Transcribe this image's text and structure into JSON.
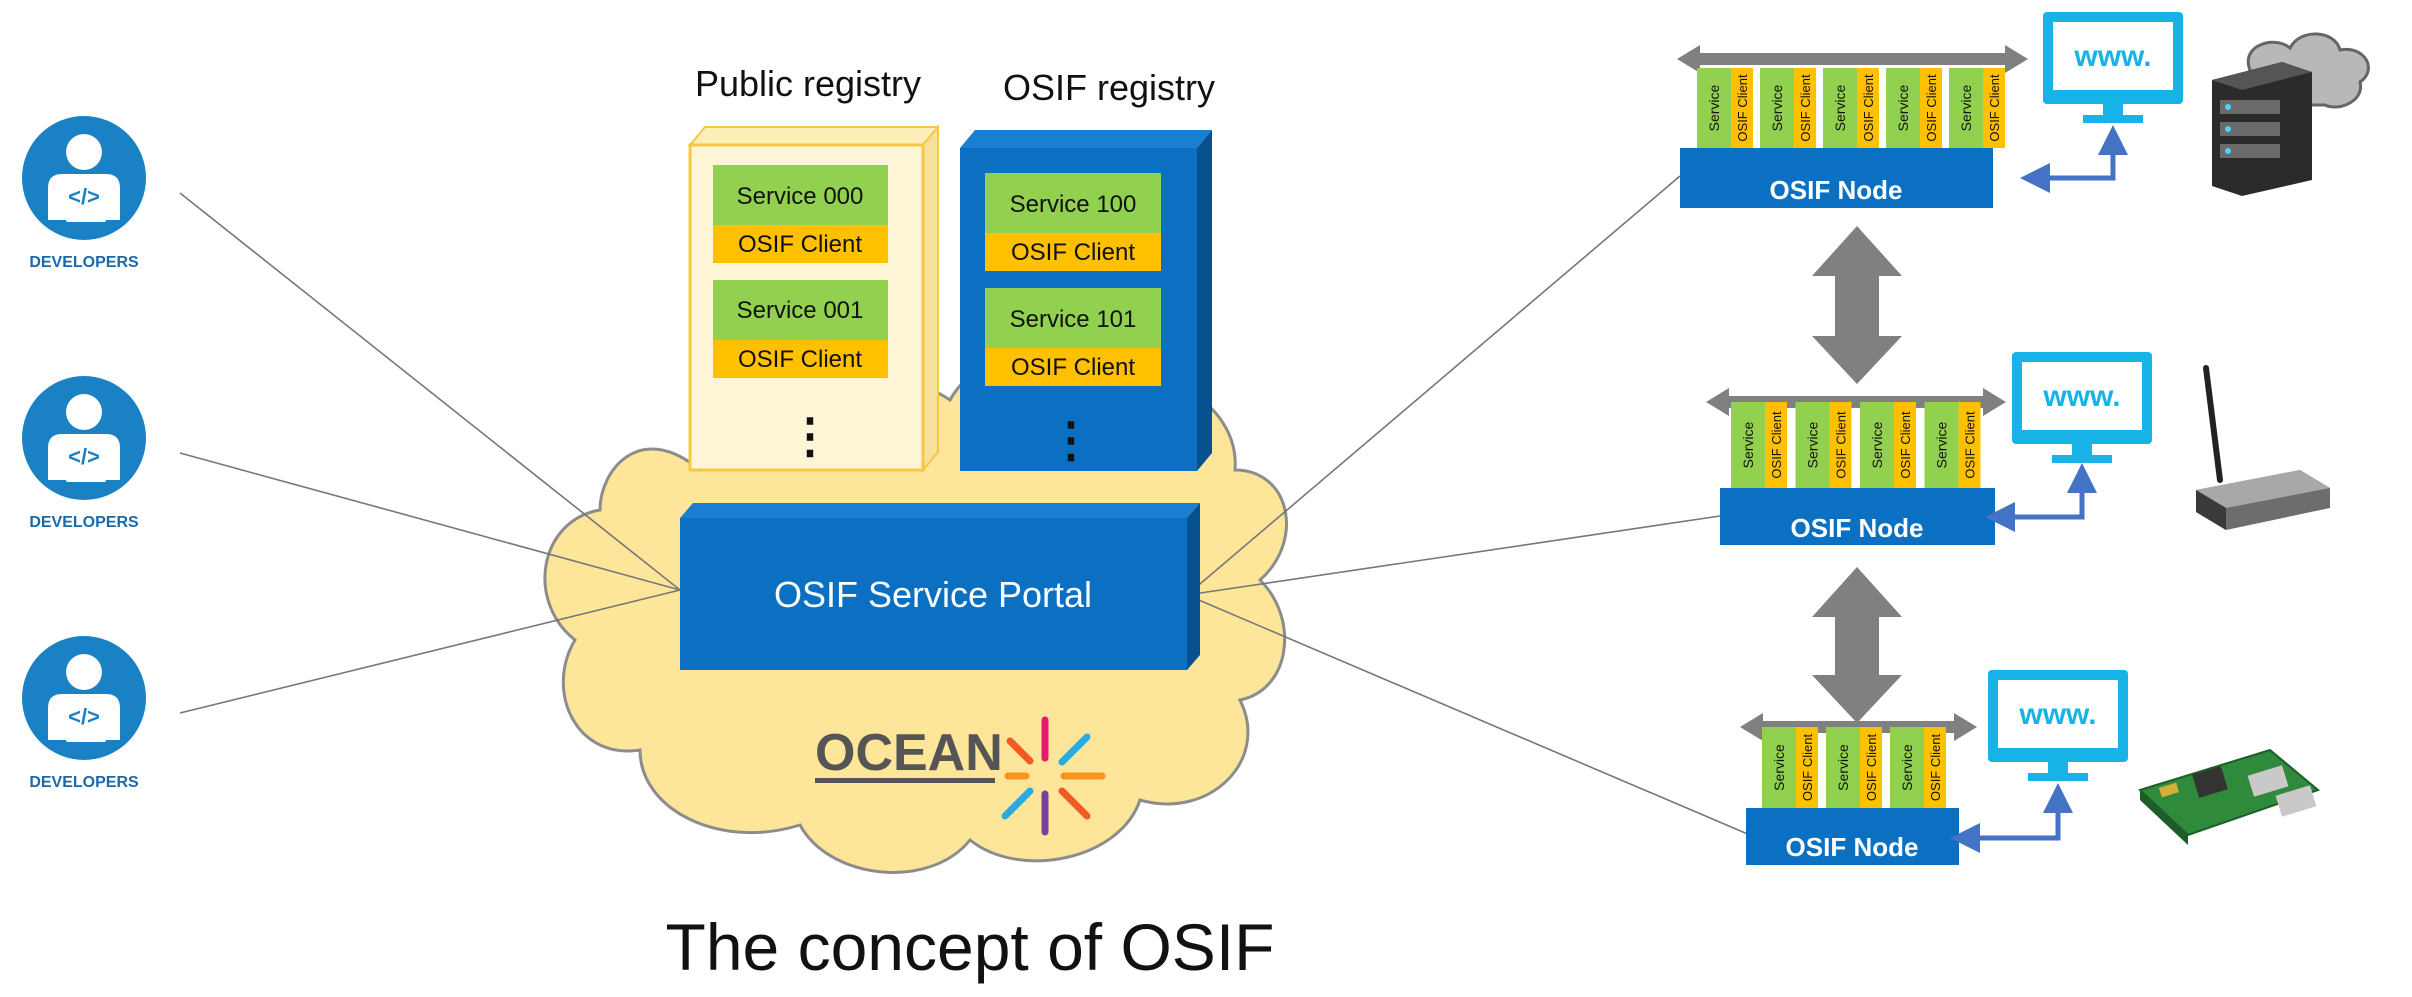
{
  "title": "The concept of OSIF",
  "colors": {
    "cloud": "#fde59a",
    "cloud_stroke": "#8c8c8c",
    "blue": "#0b6fc2",
    "blue_dark": "#07518f",
    "service_green": "#92d050",
    "client_orange": "#ffc000",
    "public_box": "#fef5d6",
    "arrow_gray": "#808080",
    "screen_cyan": "#17b3e6",
    "developer_blue": "#1a82c4",
    "arrow_blue": "#4472c4"
  },
  "developers": [
    {
      "label": "DEVELOPERS",
      "icon": "developer-icon"
    },
    {
      "label": "DEVELOPERS",
      "icon": "developer-icon"
    },
    {
      "label": "DEVELOPERS",
      "icon": "developer-icon"
    }
  ],
  "public_registry": {
    "title": "Public registry",
    "items": [
      {
        "service": "Service 000",
        "client": "OSIF Client"
      },
      {
        "service": "Service 001",
        "client": "OSIF Client"
      }
    ],
    "ellipsis": "⋮"
  },
  "osif_registry": {
    "title": "OSIF registry",
    "items": [
      {
        "service": "Service 100",
        "client": "OSIF Client"
      },
      {
        "service": "Service 101",
        "client": "OSIF Client"
      }
    ],
    "ellipsis": "⋮"
  },
  "portal": {
    "label": "OSIF Service Portal"
  },
  "ocean_logo": {
    "text": "OCEAN"
  },
  "nodes": [
    {
      "label": "OSIF Node",
      "service_count": 5,
      "service_label": "Service",
      "client_label": "OSIF Client",
      "screen_text": "www.",
      "device": "server-icon"
    },
    {
      "label": "OSIF Node",
      "service_count": 4,
      "service_label": "Service",
      "client_label": "OSIF Client",
      "screen_text": "www.",
      "device": "router-icon"
    },
    {
      "label": "OSIF Node",
      "service_count": 3,
      "service_label": "Service",
      "client_label": "OSIF Client",
      "screen_text": "www.",
      "device": "raspberry-pi-icon"
    }
  ]
}
